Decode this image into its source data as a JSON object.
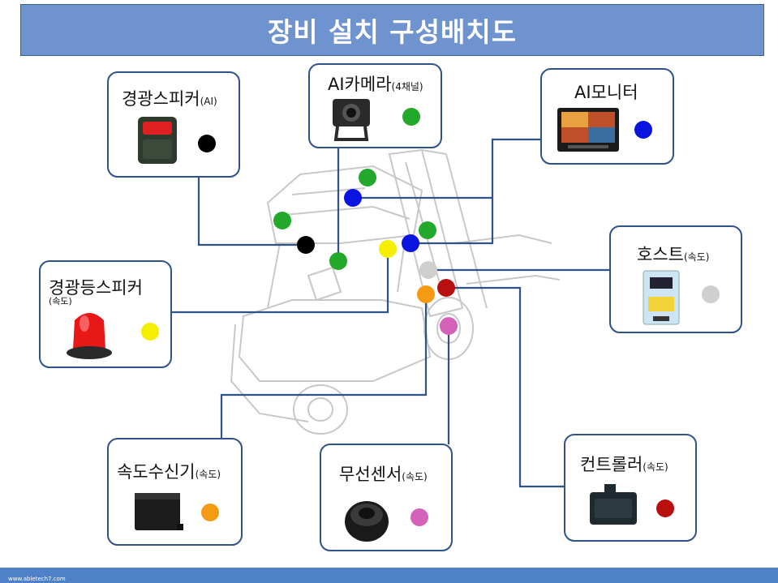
{
  "title": "장비 설치 구성배치도",
  "footer": "www.abletech7.com",
  "colors": {
    "title_bg": "#6f93cf",
    "card_border": "#2f5288",
    "connector": "#2f5288",
    "black": "#000000",
    "green": "#22a82a",
    "blue": "#0a14e0",
    "yellow": "#f4ee00",
    "gray": "#cfcfcf",
    "orange": "#f59a12",
    "red": "#b80f0f",
    "pink": "#d462b8"
  },
  "components": {
    "warning_speaker_ai": {
      "label": "경광스피커",
      "sub": "(AI)",
      "dot_color": "black",
      "icon": "warning-speaker-icon"
    },
    "ai_camera": {
      "label": "AI카메라",
      "sub": "(4채널)",
      "dot_color": "green",
      "icon": "camera-icon"
    },
    "ai_monitor": {
      "label": "AI모니터",
      "dot_color": "blue",
      "icon": "monitor-icon"
    },
    "host": {
      "label": "호스트",
      "sub": "(속도)",
      "dot_color": "gray",
      "icon": "host-box-icon"
    },
    "warning_light_speaker": {
      "label": "경광등스피커",
      "sub": "(속도)",
      "dot_color": "yellow",
      "icon": "beacon-light-icon"
    },
    "speed_receiver": {
      "label": "속도수신기",
      "sub": "(속도)",
      "dot_color": "orange",
      "icon": "receiver-box-icon"
    },
    "wireless_sensor": {
      "label": "무선센서",
      "sub": "(속도)",
      "dot_color": "pink",
      "icon": "wheel-sensor-icon"
    },
    "controller": {
      "label": "컨트롤러",
      "sub": "(속도)",
      "dot_color": "red",
      "icon": "controller-box-icon"
    }
  }
}
